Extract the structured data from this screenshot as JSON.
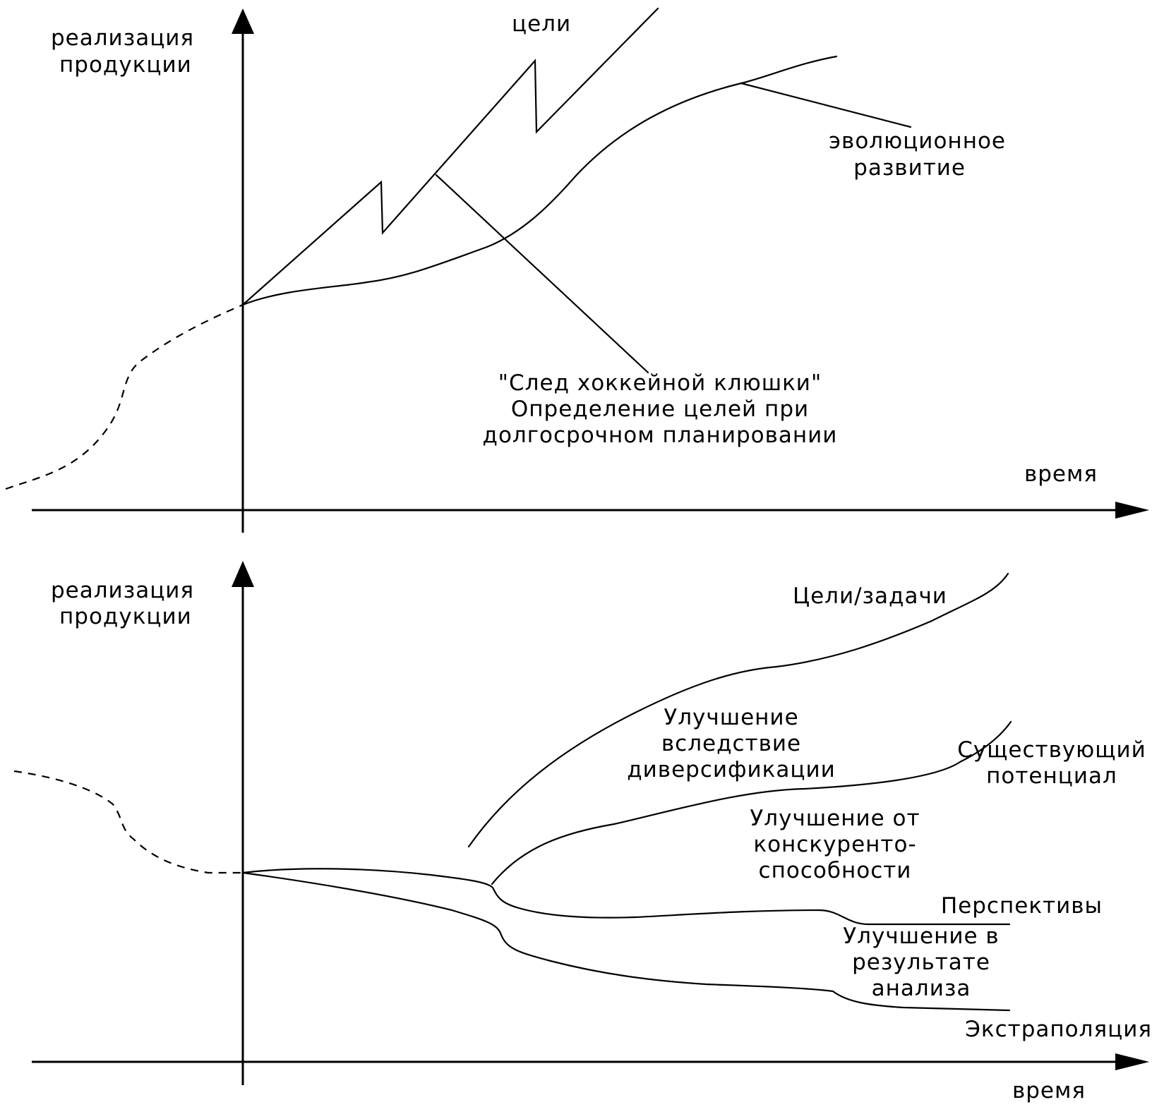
{
  "top_panel": {
    "y_axis_label": [
      "реализация",
      "продукции"
    ],
    "x_axis_label": "время",
    "goals_label": "цели",
    "evolution_label": [
      "эволюционное",
      "развитие"
    ],
    "hockey_label": [
      "\"След хоккейной клюшки\"",
      "Определение целей при",
      "долгосрочном планировании"
    ]
  },
  "bottom_panel": {
    "y_axis_label": [
      "реализация",
      "продукции"
    ],
    "x_axis_label": "время",
    "goals_tasks_label": "Цели/задачи",
    "diversification_label": [
      "Улучшение",
      "вследствие",
      "диверсификации"
    ],
    "existing_potential_label": [
      "Существующий",
      "потенциал"
    ],
    "competitiveness_label": [
      "Улучшение от",
      "конскуренто-",
      "способности"
    ],
    "prospects_label": "Перспективы",
    "analysis_label": [
      "Улучшение в",
      "результате",
      "анализа"
    ],
    "extrapolation_label": "Экстраполяция"
  }
}
